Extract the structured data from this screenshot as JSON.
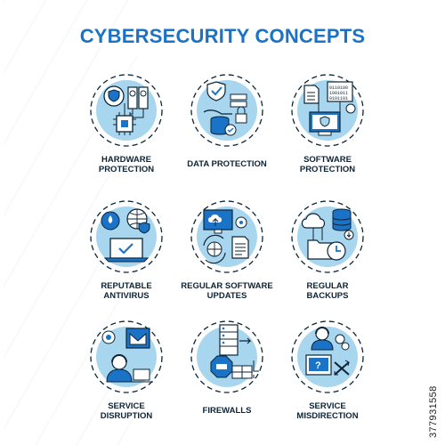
{
  "page": {
    "title": "CYBERSECURITY CONCEPTS",
    "stock_id": "377931558"
  },
  "colors": {
    "accent": "#1a73c7",
    "fill_light": "#a9d6ef",
    "stroke": "#0d2436",
    "text": "#0d2436"
  },
  "icons": [
    {
      "label": "HARDWARE\nPROTECTION",
      "name": "hardware-protection-icon"
    },
    {
      "label": "DATA PROTECTION",
      "name": "data-protection-icon"
    },
    {
      "label": "SOFTWARE\nPROTECTION",
      "name": "software-protection-icon"
    },
    {
      "label": "REPUTABLE\nANTIVIRUS",
      "name": "reputable-antivirus-icon"
    },
    {
      "label": "REGULAR SOFTWARE\nUPDATES",
      "name": "regular-software-updates-icon"
    },
    {
      "label": "REGULAR\nBACKUPS",
      "name": "regular-backups-icon"
    },
    {
      "label": "SERVICE\nDISRUPTION",
      "name": "service-disruption-icon"
    },
    {
      "label": "FIREWALLS",
      "name": "firewalls-icon"
    },
    {
      "label": "SERVICE\nMISDIRECTION",
      "name": "service-misdirection-icon"
    }
  ]
}
